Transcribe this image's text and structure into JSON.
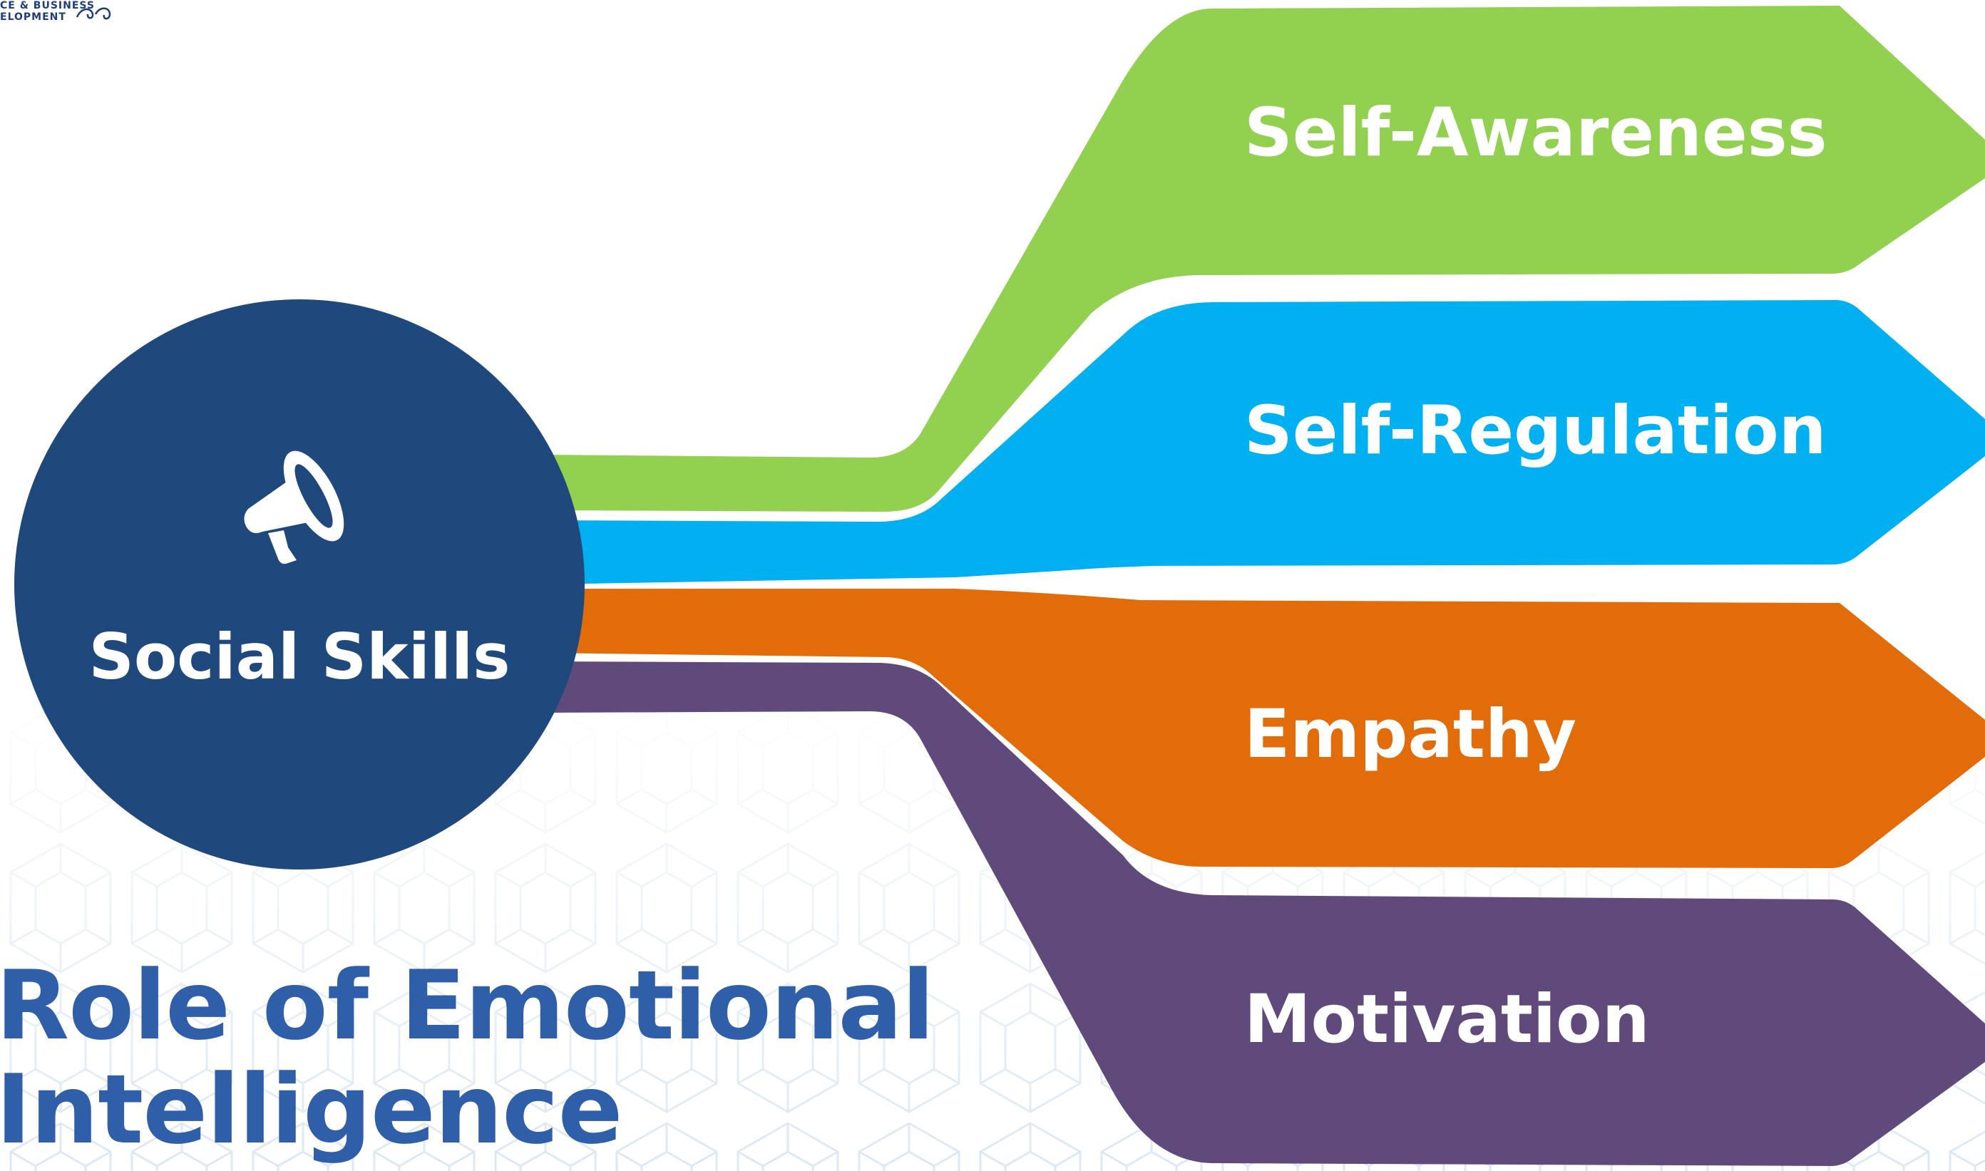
{
  "logo": {
    "lines": [
      "CE & BUSINESS",
      "ELOPMENT"
    ]
  },
  "center": {
    "label": "Social Skills",
    "icon": "megaphone-icon"
  },
  "branches": [
    {
      "label": "Self-Awareness",
      "color": "#92d050"
    },
    {
      "label": "Self-Regulation",
      "color": "#00b0f0"
    },
    {
      "label": "Empathy",
      "color": "#e36c0a"
    },
    {
      "label": "Motivation",
      "color": "#604a7b"
    }
  ],
  "title": {
    "line1": "Role of Emotional",
    "line2": "Intelligence"
  },
  "colors": {
    "circle": "#1f497d",
    "title": "#2f5fa8",
    "text_on_shape": "#ffffff"
  }
}
